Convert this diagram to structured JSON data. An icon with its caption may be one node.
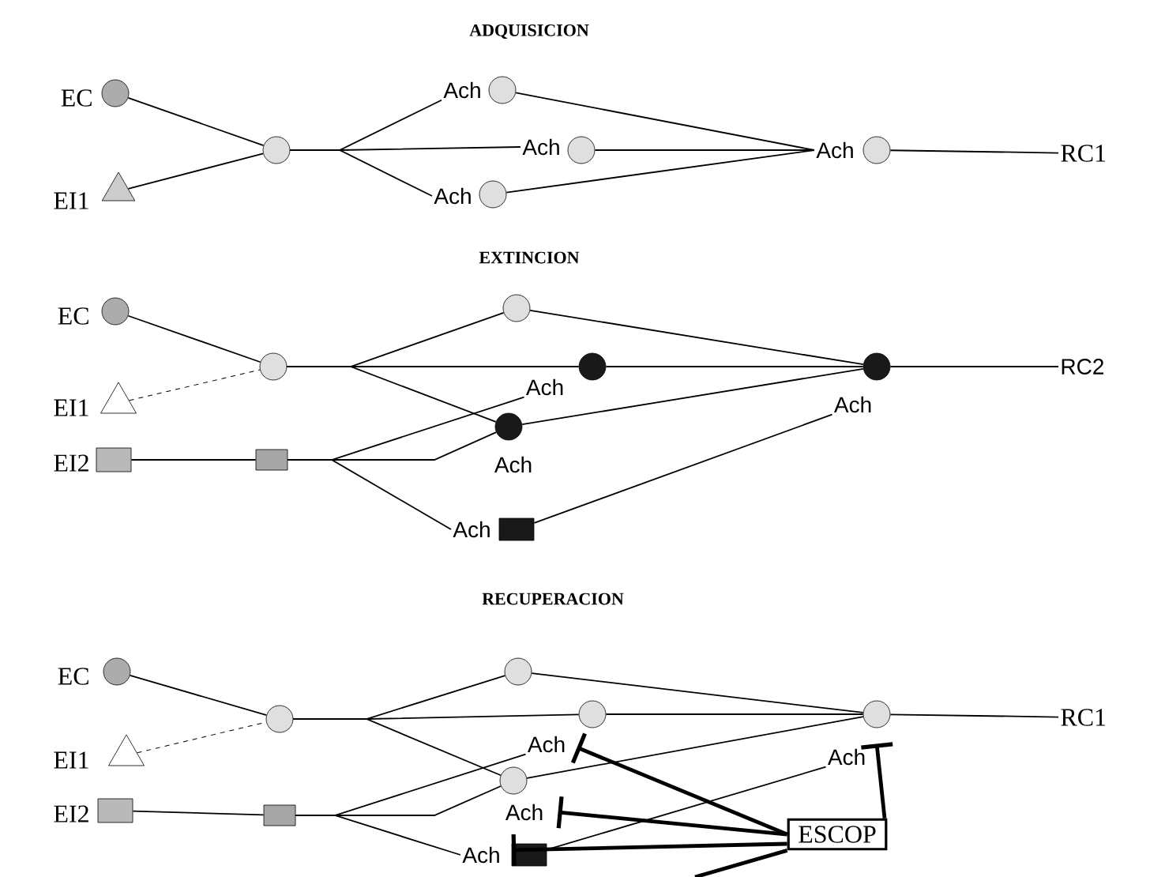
{
  "diagram": {
    "nodes": [
      {
        "text": [
          "EC"
        ]
      },
      {
        "text": [
          "EI1"
        ]
      },
      {
        "text": [],
        "shape": "circle"
      },
      {
        "text": [
          "Ach"
        ]
      },
      {
        "text": [
          "Ach"
        ]
      },
      {
        "text": [
          "Ach"
        ]
      },
      {
        "text": [
          "Ach"
        ]
      },
      {
        "text": [
          "RC1"
        ]
      },
      {
        "text": [
          "EC"
        ]
      },
      {
        "text": [
          "EI1"
        ]
      },
      {
        "text": [
          "EI2"
        ]
      },
      {
        "text": [],
        "shape": "circle"
      },
      {
        "text": [],
        "shape": "box"
      },
      {
        "text": [],
        "shape": "circle"
      },
      {
        "text": [
          "Ach"
        ]
      },
      {
        "text": [
          "Ach"
        ]
      },
      {
        "text": [
          "Ach"
        ]
      },
      {
        "text": [
          "Ach"
        ]
      },
      {
        "text": [
          "RC2"
        ]
      },
      {
        "text": [
          "EC"
        ]
      },
      {
        "text": [
          "EI1"
        ]
      },
      {
        "text": [
          "EI2"
        ]
      },
      {
        "text": [],
        "shape": "circle"
      },
      {
        "text": [],
        "shape": "box"
      },
      {
        "text": [],
        "shape": "circle"
      },
      {
        "text": [
          "Ach"
        ]
      },
      {
        "text": [
          "Ach"
        ]
      },
      {
        "text": [
          "Ach"
        ]
      },
      {
        "text": [
          "Ach"
        ]
      },
      {
        "text": [
          "RC1"
        ]
      },
      {
        "text": [
          "ESCOP"
        ]
      }
    ],
    "edges": [
      {
        "from": 0,
        "to": 2,
        "arrow": "none"
      },
      {
        "from": 1,
        "to": 2,
        "arrow": "none"
      },
      {
        "from": 2,
        "to": 3,
        "arrow": "none"
      },
      {
        "from": 2,
        "to": 4,
        "arrow": "none"
      },
      {
        "from": 2,
        "to": 5,
        "arrow": "none"
      },
      {
        "from": 3,
        "to": 6,
        "arrow": "none"
      },
      {
        "from": 4,
        "to": 6,
        "arrow": "none"
      },
      {
        "from": 5,
        "to": 6,
        "arrow": "none"
      },
      {
        "from": 6,
        "to": 7,
        "arrow": "none"
      },
      {
        "from": 8,
        "to": 11,
        "arrow": "none"
      },
      {
        "from": 9,
        "to": 11,
        "arrow": "none",
        "style": "dashed"
      },
      {
        "from": 10,
        "to": 12,
        "arrow": "none"
      },
      {
        "from": 11,
        "to": 13,
        "arrow": "none"
      },
      {
        "from": 11,
        "to": 14,
        "arrow": "none"
      },
      {
        "from": 11,
        "to": 15,
        "arrow": "none"
      },
      {
        "from": 13,
        "to": 17,
        "arrow": "none"
      },
      {
        "from": 14,
        "to": 17,
        "arrow": "none"
      },
      {
        "from": 15,
        "to": 17,
        "arrow": "none"
      },
      {
        "from": 17,
        "to": 18,
        "arrow": "none"
      },
      {
        "from": 12,
        "to": 14,
        "arrow": "none"
      },
      {
        "from": 12,
        "to": 15,
        "arrow": "none"
      },
      {
        "from": 12,
        "to": 16,
        "arrow": "none"
      },
      {
        "from": 16,
        "to": 17,
        "arrow": "none"
      },
      {
        "from": 19,
        "to": 22,
        "arrow": "none"
      },
      {
        "from": 20,
        "to": 22,
        "arrow": "none",
        "style": "dashed"
      },
      {
        "from": 21,
        "to": 23,
        "arrow": "none"
      },
      {
        "from": 22,
        "to": 24,
        "arrow": "none"
      },
      {
        "from": 22,
        "to": 25,
        "arrow": "none"
      },
      {
        "from": 22,
        "to": 26,
        "arrow": "none"
      },
      {
        "from": 24,
        "to": 28,
        "arrow": "none"
      },
      {
        "from": 25,
        "to": 28,
        "arrow": "none"
      },
      {
        "from": 26,
        "to": 28,
        "arrow": "none"
      },
      {
        "from": 28,
        "to": 29,
        "arrow": "none"
      },
      {
        "from": 23,
        "to": 25,
        "arrow": "none"
      },
      {
        "from": 23,
        "to": 26,
        "arrow": "none"
      },
      {
        "from": 23,
        "to": 27,
        "arrow": "none"
      },
      {
        "from": 27,
        "to": 28,
        "arrow": "none"
      },
      {
        "from": 30,
        "to": 25,
        "arrow": "other",
        "style": "thick"
      },
      {
        "from": 30,
        "to": 26,
        "arrow": "other",
        "style": "thick"
      },
      {
        "from": 30,
        "to": 27,
        "arrow": "other",
        "style": "thick"
      },
      {
        "from": 30,
        "to": 28,
        "arrow": "other",
        "style": "thick"
      },
      {
        "from": 30,
        "to": null,
        "arrow": "none",
        "style": "thick"
      }
    ],
    "labels": [
      "ADQUISICION",
      "EXTINCION",
      "RECUPERACION"
    ]
  }
}
